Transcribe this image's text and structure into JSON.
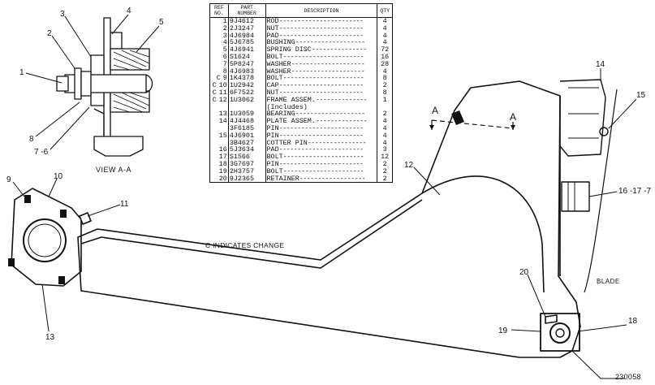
{
  "table": {
    "headers": {
      "ref": "REF NO.",
      "part": "PART NUMBER",
      "desc": "DESCRIPTION",
      "qty": "QTY"
    },
    "rows": [
      {
        "flag": "",
        "ref": "1",
        "pn": "9J4612",
        "desc": "ROD",
        "qty": "4"
      },
      {
        "flag": "",
        "ref": "2",
        "pn": "2J3247",
        "desc": "NUT",
        "qty": "4"
      },
      {
        "flag": "",
        "ref": "3",
        "pn": "4J6984",
        "desc": "PAD",
        "qty": "4"
      },
      {
        "flag": "",
        "ref": "4",
        "pn": "5J6785",
        "desc": "BUSHING",
        "qty": "4"
      },
      {
        "flag": "",
        "ref": "5",
        "pn": "4J6941",
        "desc": "SPRING DISC",
        "qty": "72"
      },
      {
        "flag": "",
        "ref": "6",
        "pn": "S1624",
        "desc": "BOLT",
        "qty": "16"
      },
      {
        "flag": "",
        "ref": "7",
        "pn": "5P8247",
        "desc": "WASHER",
        "qty": "28"
      },
      {
        "flag": "",
        "ref": "8",
        "pn": "4J6983",
        "desc": "WASHER",
        "qty": "4"
      },
      {
        "flag": "C",
        "ref": "9",
        "pn": "1K4378",
        "desc": "BOLT",
        "qty": "8"
      },
      {
        "flag": "C",
        "ref": "10",
        "pn": "1U2942",
        "desc": "CAP",
        "qty": "2"
      },
      {
        "flag": "C",
        "ref": "11",
        "pn": "6F7522",
        "desc": "NUT",
        "qty": "8"
      },
      {
        "flag": "C",
        "ref": "12",
        "pn": "1U3062",
        "desc": "FRAME ASSEM.",
        "qty": "1"
      },
      {
        "flag": "",
        "ref": "",
        "pn": "",
        "desc": "(Includes)",
        "qty": ""
      },
      {
        "flag": "",
        "ref": "13",
        "pn": "1U3059",
        "desc": "BEARING",
        "qty": "2"
      },
      {
        "flag": "",
        "ref": "14",
        "pn": "4J4468",
        "desc": "PLATE ASSEM.",
        "qty": "4"
      },
      {
        "flag": "",
        "ref": "",
        "pn": "3F6185",
        "desc": "PIN",
        "qty": "4"
      },
      {
        "flag": "",
        "ref": "15",
        "pn": "4J6901",
        "desc": "PIN",
        "qty": "4"
      },
      {
        "flag": "",
        "ref": "",
        "pn": "3B4627",
        "desc": "COTTER PIN",
        "qty": "4"
      },
      {
        "flag": "",
        "ref": "16",
        "pn": "5J3634",
        "desc": "PAD",
        "qty": "3"
      },
      {
        "flag": "",
        "ref": "17",
        "pn": "S1566",
        "desc": "BOLT",
        "qty": "12"
      },
      {
        "flag": "",
        "ref": "18",
        "pn": "3G7697",
        "desc": "PIN",
        "qty": "2"
      },
      {
        "flag": "",
        "ref": "19",
        "pn": "2H3757",
        "desc": "BOLT",
        "qty": "2"
      },
      {
        "flag": "",
        "ref": "20",
        "pn": "9J2365",
        "desc": "RETAINER",
        "qty": "2"
      }
    ]
  },
  "legend": "C INDICATES CHANGE",
  "drawing": {
    "view_label": "VIEW A-A",
    "section_letter": "A",
    "blade_label": "BLADE",
    "figure_number": "230058",
    "callouts": {
      "c1": "1",
      "c2": "2",
      "c3": "3",
      "c4": "4",
      "c5": "5",
      "c76": "7 -6",
      "c8": "8",
      "c9": "9",
      "c10": "10",
      "c11": "11",
      "c12": "12",
      "c13": "13",
      "c14": "14",
      "c15": "15",
      "c16": "16 -17 -7",
      "c18": "18",
      "c19": "19",
      "c20": "20"
    }
  }
}
